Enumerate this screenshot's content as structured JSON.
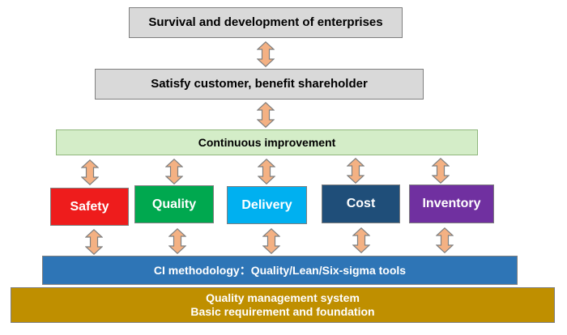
{
  "top": {
    "label": "Survival and development of enterprises"
  },
  "middle": {
    "label": "Satisfy customer, benefit shareholder"
  },
  "improvement": {
    "label": "Continuous improvement"
  },
  "pillars": [
    {
      "label": "Safety",
      "color": "#ee1c1c"
    },
    {
      "label": "Quality",
      "color": "#00a84f"
    },
    {
      "label": "Delivery",
      "color": "#00b0f0"
    },
    {
      "label": "Cost",
      "color": "#1f4e79"
    },
    {
      "label": "Inventory",
      "color": "#7030a0"
    }
  ],
  "methodology": {
    "label": "CI methodology：Quality/Lean/Six-sigma tools",
    "color": "#2e75b6"
  },
  "foundation": {
    "line1": "Quality management system",
    "line2": "Basic requirement and foundation",
    "color": "#bf8f00"
  },
  "arrow_color": "#f4b183",
  "arrow_border": "#7f7f7f"
}
